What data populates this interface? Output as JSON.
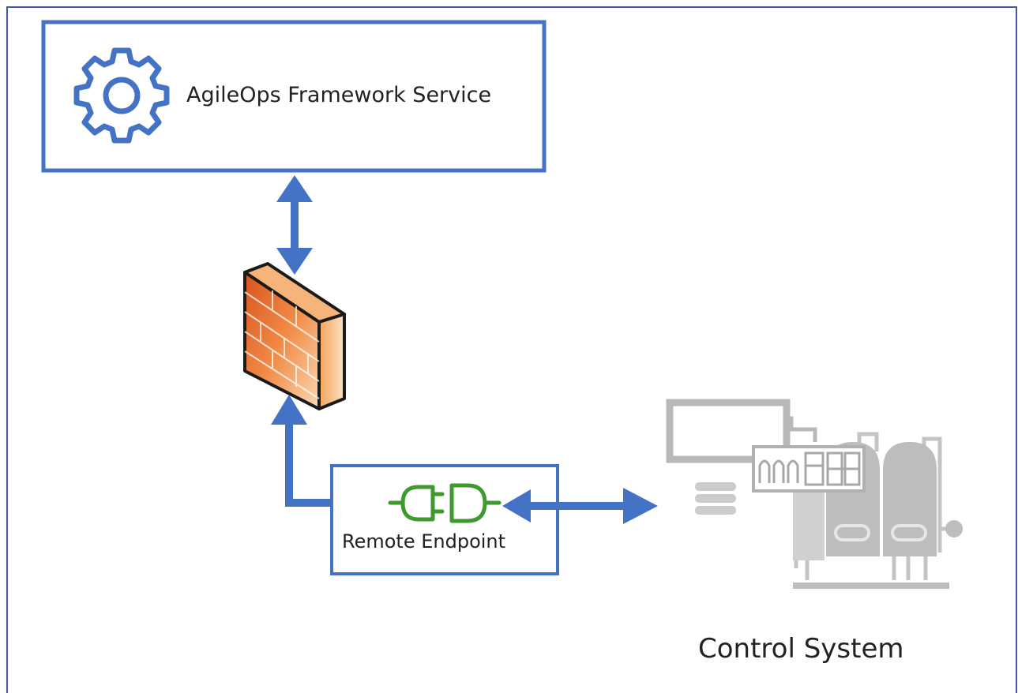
{
  "nodes": {
    "service": {
      "label": "AgileOps Framework Service",
      "icon": "gear-icon"
    },
    "firewall": {
      "icon": "firewall-icon"
    },
    "endpoint": {
      "label": "Remote Endpoint",
      "icon": "plug-connector-icon"
    },
    "control": {
      "label": "Control System",
      "icon": "control-system-icon"
    }
  },
  "colors": {
    "accent": "#4472c4",
    "frame": "#3d5aa8",
    "plug": "#3e9a2f",
    "equipment": "#b8b8b8"
  }
}
